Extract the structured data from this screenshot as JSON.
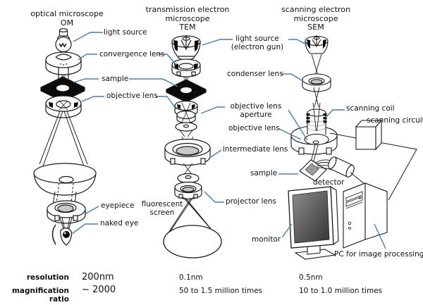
{
  "titles": {
    "om": {
      "line1": "optical microscope",
      "line2": "",
      "acronym": "OM"
    },
    "tem": {
      "line1": "transmission electron",
      "line2": "microscope",
      "acronym": "TEM"
    },
    "sem": {
      "line1": "scanning electron",
      "line2": "microscope",
      "acronym": "SEM"
    }
  },
  "labels": {
    "light_source": "light source",
    "convergence_lens": "convergence lens",
    "sample_om_tem": "sample",
    "objective_lens_om_tem": "objective lens",
    "eyepiece": "eyepiece",
    "naked_eye": "naked eye",
    "electron_gun_line1": "light source",
    "electron_gun_line2": "(electron gun)",
    "condenser_lens": "condenser lens",
    "objective_lens_aperture_line1": "objective lens",
    "objective_lens_aperture_line2": "aperture",
    "objective_lens_sem": "objective lens",
    "intermediate_lens": "intermediate lens",
    "sample_sem": "sample",
    "projector_lens": "projector lens",
    "fluorescent_screen_line1": "fluorescent",
    "fluorescent_screen_line2": "screen",
    "scanning_coil": "scanning coil",
    "scanning_circuit": "scanning circuit",
    "detector": "detector",
    "monitor": "monitor",
    "pc": "PC for image processing"
  },
  "stats": {
    "resolution_label": "resolution",
    "magnification_label": "magnification ratio",
    "om": {
      "resolution": "200nm",
      "magnification": "~ 2000"
    },
    "tem": {
      "resolution": "0.1nm",
      "magnification": "50 to 1.5 million times"
    },
    "sem": {
      "resolution": "0.5nm",
      "magnification": "10 to 1.0 million times"
    }
  },
  "colors": {
    "leader_line": "#4d7ba8",
    "ink": "#1a1a1a",
    "beam_gray": "#b3b3b3"
  }
}
